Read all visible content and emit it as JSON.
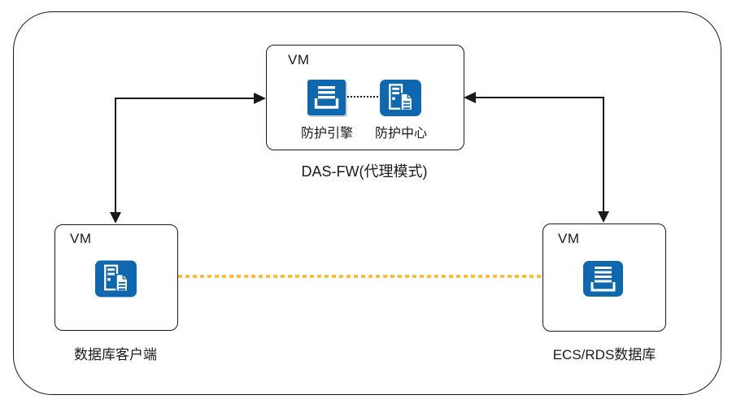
{
  "colors": {
    "icon_blue": "#0F67AE",
    "line_black": "#1A1A1A",
    "box_border": "#1A1A1A",
    "link_yellow": "#FBB829"
  },
  "boxes": {
    "das_fw": {
      "vm_label": "VM",
      "engine_label": "防护引擎",
      "center_label": "防护中心",
      "caption": "DAS-FW(代理模式)"
    },
    "client": {
      "vm_label": "VM",
      "caption": "数据库客户端"
    },
    "database": {
      "vm_label": "VM",
      "caption": "ECS/RDS数据库"
    }
  },
  "icons": {
    "engine": "database-stack-icon",
    "center": "server-document-icon",
    "client": "server-document-icon",
    "database": "database-stack-icon"
  }
}
